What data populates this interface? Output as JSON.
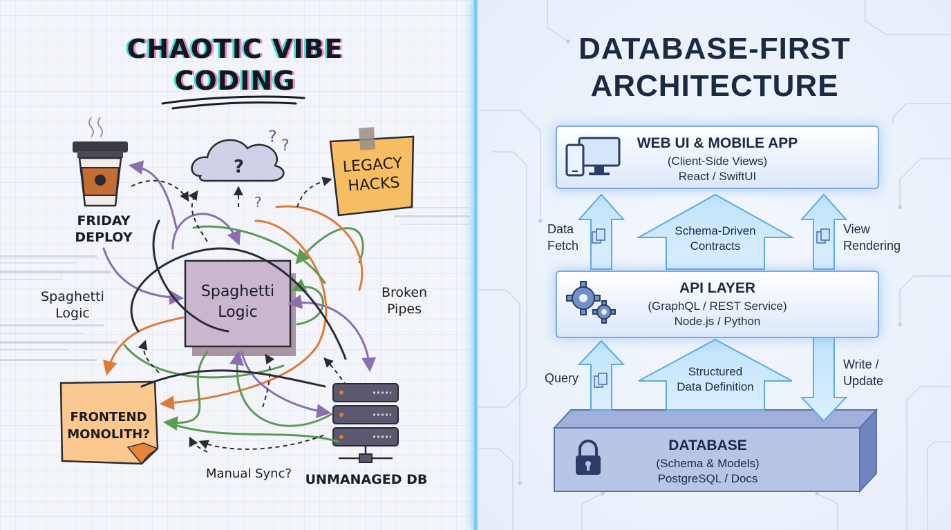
{
  "left": {
    "title_line1": "CHAOTIC VIBE",
    "title_line2": "CODING",
    "coffee_label_line1": "FRIDAY",
    "coffee_label_line2": "DEPLOY",
    "sticky_line1": "LEGACY",
    "sticky_line2": "HACKS",
    "center_box_line1": "Spaghetti",
    "center_box_line2": "Logic",
    "side_left_line1": "Spaghetti",
    "side_left_line2": "Logic",
    "side_right_line1": "Broken",
    "side_right_line2": "Pipes",
    "frontend_line1": "FRONTEND",
    "frontend_line2": "MONOLITH?",
    "manual_sync": "Manual Sync?",
    "db_label": "UNMANAGED DB",
    "cloud_mark": "?"
  },
  "right": {
    "title_line1": "DATABASE-FIRST",
    "title_line2": "ARCHITECTURE",
    "web": {
      "title": "WEB UI & MOBILE APP",
      "subtitle": "(Client-Side Views)",
      "tech": "React / SwiftUI"
    },
    "api": {
      "title": "API LAYER",
      "subtitle": "(GraphQL / REST Service)",
      "tech": "Node.js / Python"
    },
    "db": {
      "title": "DATABASE",
      "subtitle": "(Schema & Models)",
      "tech": "PostgreSQL / Docs"
    },
    "upper_left_line1": "Data",
    "upper_left_line2": "Fetch",
    "upper_center_line1": "Schema-Driven",
    "upper_center_line2": "Contracts",
    "upper_right_line1": "View",
    "upper_right_line2": "Rendering",
    "lower_left": "Query",
    "lower_center_line1": "Structured",
    "lower_center_line2": "Data Definition",
    "lower_right_line1": "Write /",
    "lower_right_line2": "Update"
  },
  "colors": {
    "purple": "#8a6fb0",
    "green": "#5f9a55",
    "orange": "#e07a35",
    "sticky": "#f6bd63",
    "frontend": "#fbc88f",
    "center_box": "#c9b6cf",
    "accent_blue": "#5ec3f0"
  }
}
